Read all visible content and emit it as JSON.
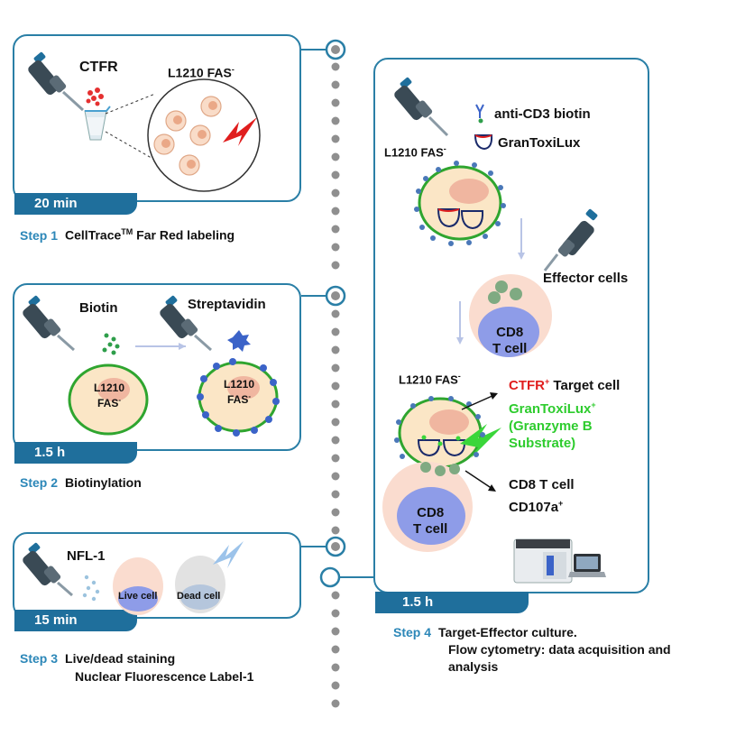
{
  "step1": {
    "reagent": "CTFR",
    "cells": "L1210 FAS",
    "time": "20 min",
    "step_num": "Step 1",
    "title_a": "CellTrace",
    "title_tm": "TM",
    "title_b": " Far Red labeling"
  },
  "step2": {
    "biotin": "Biotin",
    "streptavidin": "Streptavidin",
    "cell_label_1": "L1210",
    "cell_label_2": "FAS",
    "time": "1.5 h",
    "step_num": "Step 2",
    "title": "Biotinylation"
  },
  "step3": {
    "reagent": "NFL-1",
    "live": "Live cell",
    "dead": "Dead cell",
    "time": "15 min",
    "step_num": "Step 3",
    "title_1": "Live/dead staining",
    "title_2": "Nuclear Fluorescence Label-1"
  },
  "step4": {
    "anti_cd3": "anti-CD3 biotin",
    "grantoxilux": "GranToxiLux",
    "cells_top": "L1210 FAS",
    "effector": "Effector cells",
    "cd8_1": "CD8",
    "cd8_2": "T cell",
    "cells_mid": "L1210 FAS",
    "ctfr": "CTFR",
    "target": " Target cell",
    "gtl": "GranToxiLux",
    "gtl_sub_1": "(Granzyme B",
    "gtl_sub_2": "Substrate)",
    "cd8_out_1": "CD8 T cell",
    "cd8_out_2": "CD107a",
    "cd8b_1": "CD8",
    "cd8b_2": "T cell",
    "time": "1.5 h",
    "step_num": "Step 4",
    "title_1": "Target-Effector culture.",
    "title_2": "Flow cytometry: data acquisition and",
    "title_3": "analysis"
  },
  "colors": {
    "accent": "#1f6f9c",
    "border": "#2a7fa6",
    "step_text": "#2c87b8",
    "red": "#e01e1e",
    "green": "#2ecc2e"
  }
}
